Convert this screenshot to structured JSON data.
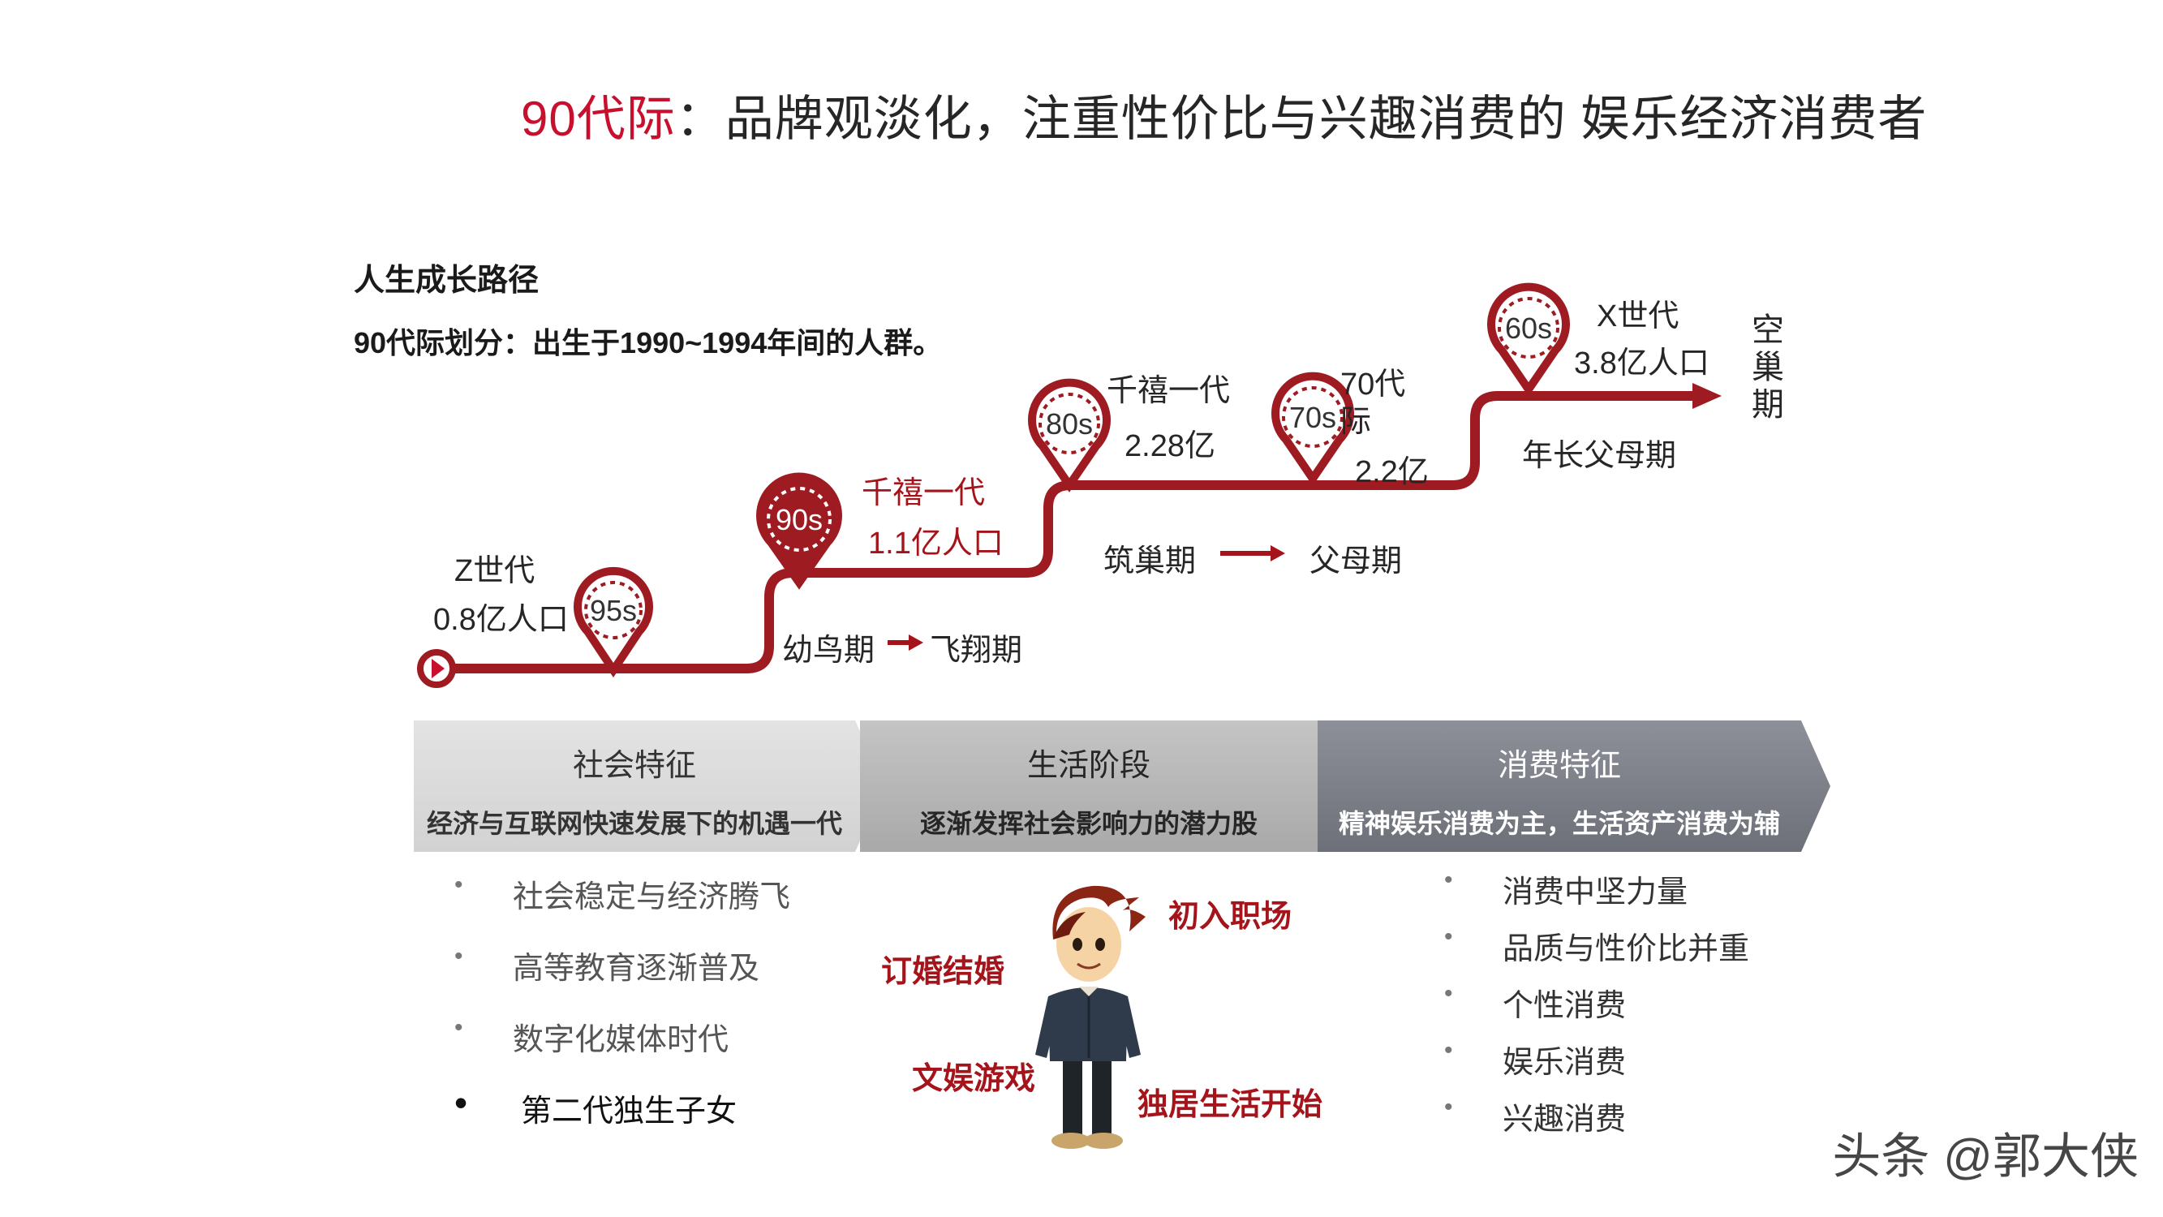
{
  "title": {
    "highlight": "90代际",
    "rest": "：品牌观淡化，注重性价比与兴趣消费的 娱乐经济消费者"
  },
  "heading": {
    "line1": "人生成长路径",
    "line2": "90代际划分：出生于1990~1994年间的人群。"
  },
  "timeline": {
    "markers": [
      "95s",
      "90s",
      "80s",
      "70s",
      "60s"
    ],
    "z_gen": {
      "name": "Z世代",
      "pop": "0.8亿人口"
    },
    "millennial_90": {
      "name": "千禧一代",
      "pop": "1.1亿人口"
    },
    "millennial_80": {
      "name": "千禧一代",
      "pop": "2.28亿"
    },
    "gen70": {
      "name_line1": "70代",
      "name_line2": "际",
      "pop": "2.2亿"
    },
    "x_gen": {
      "name": "X世代",
      "pop": "3.8亿人口"
    },
    "stage1_from": "幼鸟期",
    "stage1_to": "飞翔期",
    "stage2_from": "筑巢期",
    "stage2_to": "父母期",
    "stage3": "年长父母期",
    "end_label": "空巢期"
  },
  "chevrons": [
    {
      "heading": "社会特征",
      "sub": "经济与互联网快速发展下的机遇一代"
    },
    {
      "heading": "生活阶段",
      "sub": "逐渐发挥社会影响力的潜力股"
    },
    {
      "heading": "消费特征",
      "sub": "精神娱乐消费为主，生活资产消费为辅"
    }
  ],
  "social_list": [
    "社会稳定与经济腾飞",
    "高等教育逐渐普及",
    "数字化媒体时代",
    "第二代独生子女"
  ],
  "life_stage_labels": [
    "初入职场",
    "订婚结婚",
    "文娱游戏",
    "独居生活开始"
  ],
  "consumer_list": [
    "消费中坚力量",
    "品质与性价比并重",
    "个性消费",
    "娱乐消费",
    "兴趣消费"
  ],
  "watermark": "头条 @郭大侠",
  "colors": {
    "accent": "#a5141b",
    "title_red": "#c8102e",
    "chevron_dark": "#7a7d85"
  }
}
